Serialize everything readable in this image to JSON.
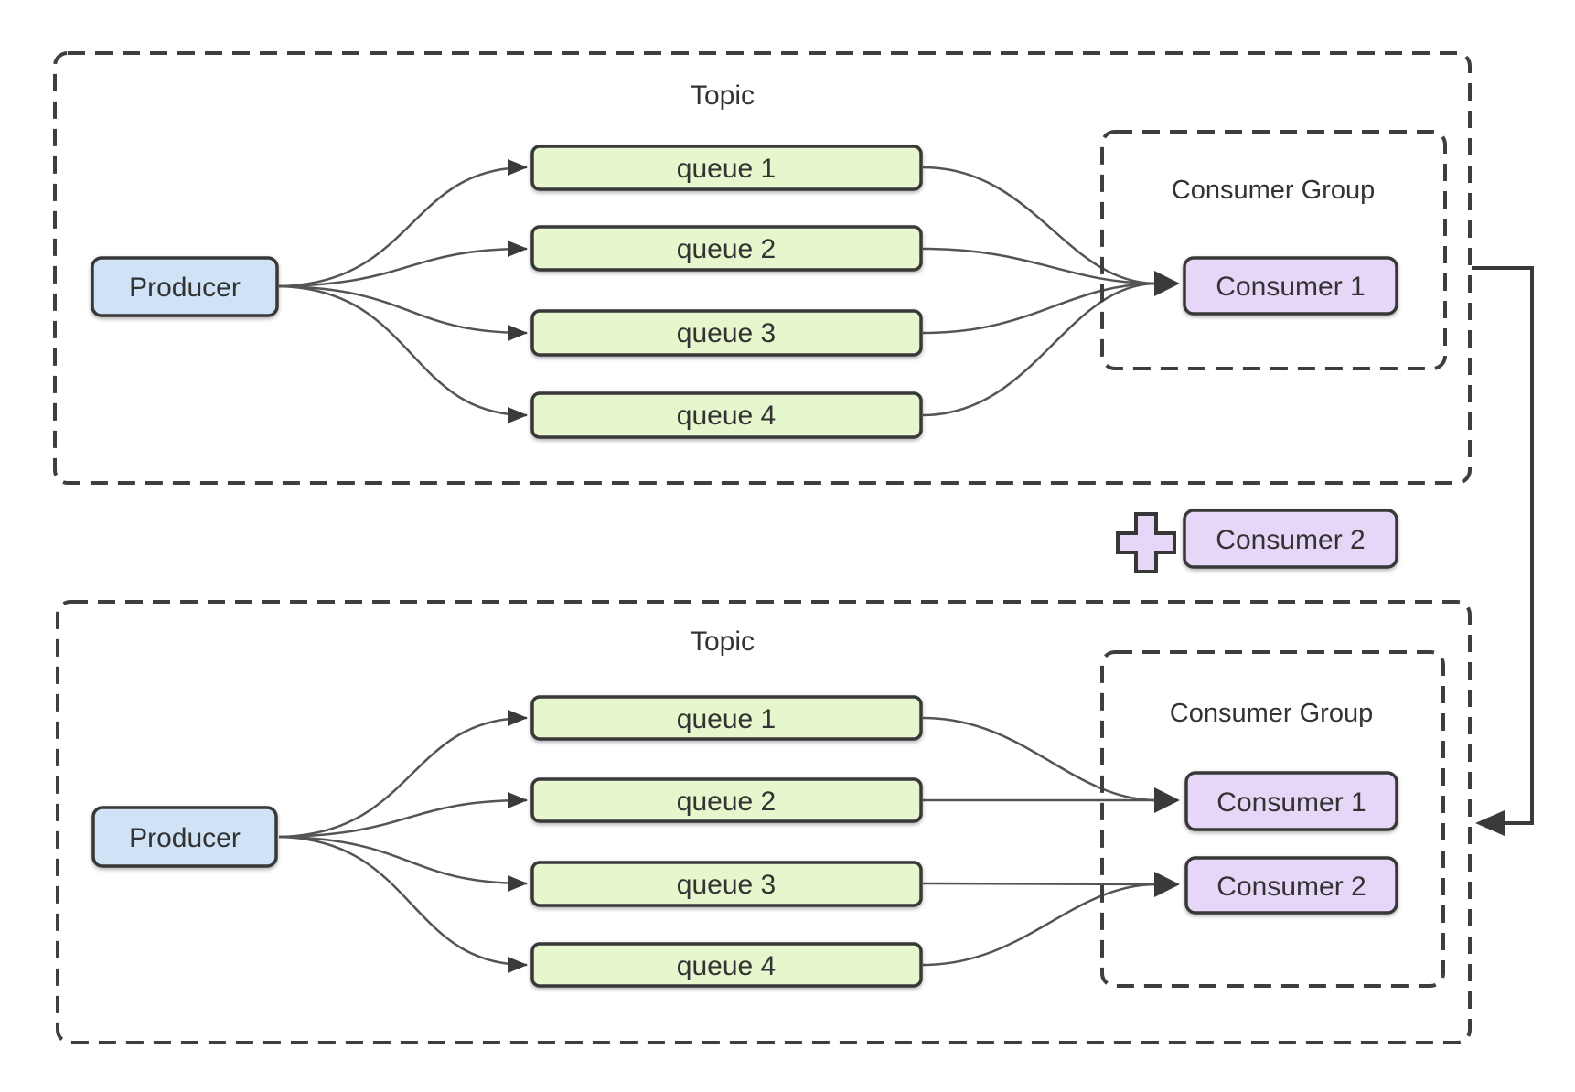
{
  "diagram": {
    "top": {
      "title": "Topic",
      "producer": "Producer",
      "queues": [
        "queue 1",
        "queue 2",
        "queue 3",
        "queue 4"
      ],
      "consumer_group_title": "Consumer Group",
      "consumers": [
        "Consumer 1"
      ]
    },
    "middle": {
      "added_consumer": "Consumer 2",
      "plus_icon": "plus-icon"
    },
    "bottom": {
      "title": "Topic",
      "producer": "Producer",
      "queues": [
        "queue 1",
        "queue 2",
        "queue 3",
        "queue 4"
      ],
      "consumer_group_title": "Consumer Group",
      "consumers": [
        "Consumer 1",
        "Consumer 2"
      ]
    },
    "colors": {
      "producer_fill": "#cfe2f6",
      "queue_fill": "#e6f7cd",
      "consumer_fill": "#e6d6f8",
      "box_border": "#373737",
      "dashed_border": "#3e3e3e",
      "edge_line": "#545454",
      "background": "#ffffff"
    }
  }
}
